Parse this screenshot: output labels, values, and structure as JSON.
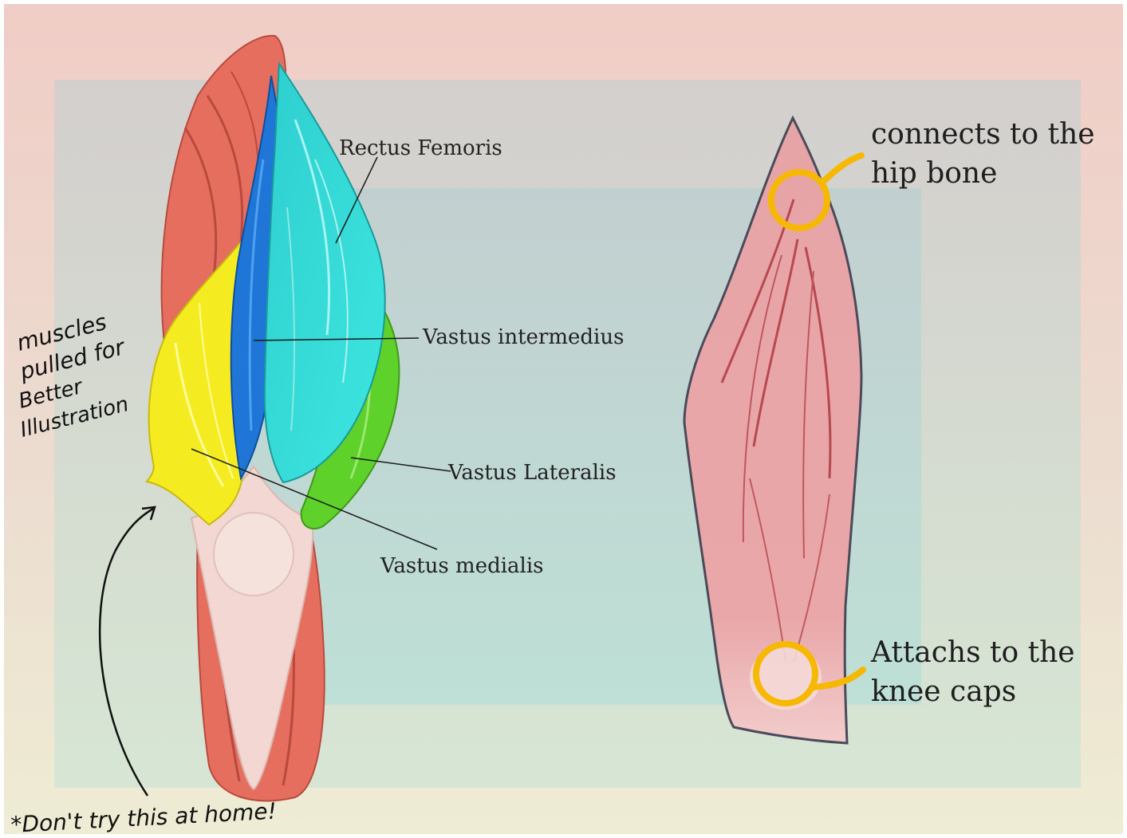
{
  "labels": {
    "rectus_femoris": "Rectus Femoris",
    "vastus_intermedius": "Vastus intermedius",
    "vastus_lateralis": "Vastus Lateralis",
    "vastus_medialis": "Vastus medialis"
  },
  "callouts": {
    "hip_line1": "connects to the",
    "hip_line2": "hip bone",
    "knee_line1": "Attachs to the",
    "knee_line2": "knee caps"
  },
  "handwritten": {
    "note_line1": "muscles",
    "note_line2": "pulled for",
    "note_line3": "Better",
    "note_line4": "Illustration",
    "warning": "*Don't try this at home!"
  },
  "colors": {
    "background_top": "#f0cfc8",
    "background_bottom": "#efecd6",
    "panel_outer": "#cfd3cf",
    "panel_inner": "#bfd8d6",
    "muscle_red": "#e56e5f",
    "rectus_femoris": "#34dfdc",
    "vastus_intermedius": "#1f76d6",
    "vastus_lateralis": "#5ed12a",
    "vastus_medialis": "#f4ec21",
    "tendon": "#f2d7d2",
    "callout_circle": "#f7b800",
    "right_muscle": "#e8a8a9"
  }
}
